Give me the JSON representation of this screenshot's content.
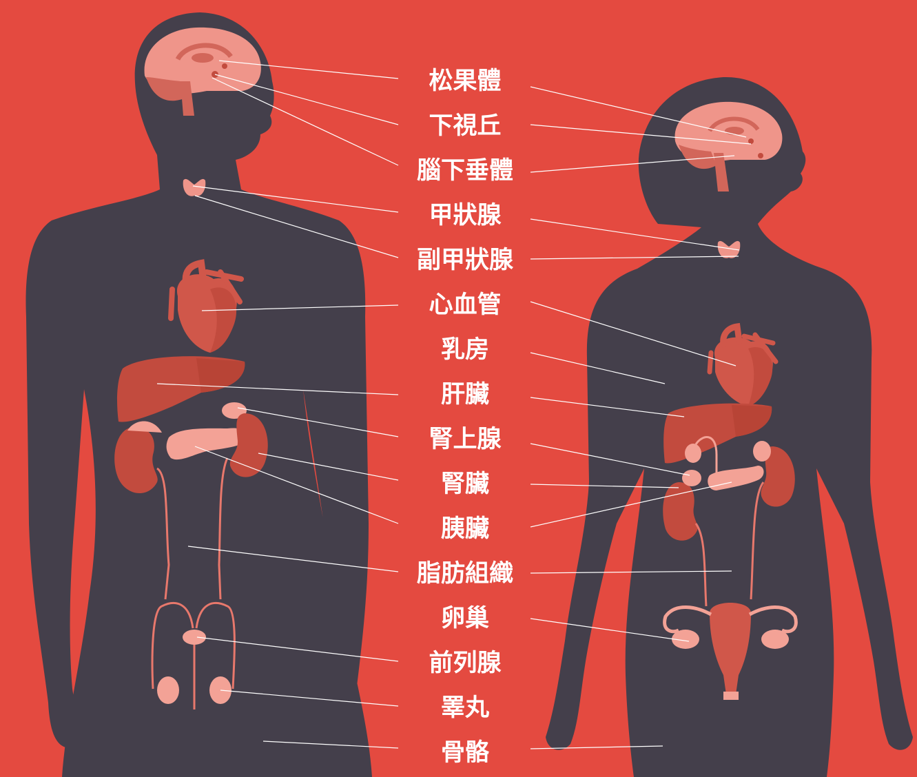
{
  "colors": {
    "background": "#e44a40",
    "silhouette": "#443f4b",
    "brain": "#ef958a",
    "organ": "#c24b3e",
    "heart": "#d0574a",
    "gland": "#f3a296",
    "duct": "#e8786c",
    "leader_line": "#ffffff",
    "label": "#ffffff"
  },
  "labels": [
    "松果體",
    "下視丘",
    "腦下垂體",
    "甲狀腺",
    "副甲狀腺",
    "心血管",
    "乳房",
    "肝臟",
    "腎上腺",
    "腎臟",
    "胰臟",
    "脂肪組織",
    "卵巢",
    "前列腺",
    "睪丸",
    "骨骼"
  ]
}
